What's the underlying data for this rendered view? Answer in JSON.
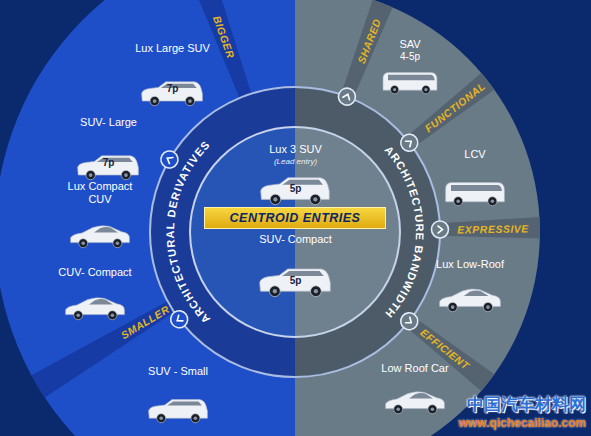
{
  "diagram": {
    "nodes": [
      {
        "text": [
          "Lux Large SUV",
          "7p"
        ]
      },
      {
        "text": [
          "SUV- Large",
          "7p"
        ]
      },
      {
        "text": [
          "Lux Compact CUV"
        ]
      },
      {
        "text": [
          "CUV- Compact"
        ]
      },
      {
        "text": [
          "SUV - Small"
        ]
      },
      {
        "text": [
          "Lux 3 SUV",
          "(Lead entry)",
          "5p"
        ]
      },
      {
        "text": [
          "CENTROID ENTRIES"
        ]
      },
      {
        "text": [
          "SUV- Compact",
          "5p"
        ]
      },
      {
        "text": [
          "SAV",
          "4-5p"
        ]
      },
      {
        "text": [
          "LCV"
        ]
      },
      {
        "text": [
          "Lux Low-Roof"
        ]
      },
      {
        "text": [
          "Low Roof Car"
        ]
      }
    ],
    "labels": [
      "BIGGER",
      "SMALLER",
      "ARCHITECTURAL DERIVATIVES",
      "SHARED",
      "FUNCTIONAL",
      "EXPRESSIVE",
      "EFFICIENT",
      "ARCHITECTURE BANDWIDTH",
      "中国汽车材料网",
      "www.qichecailiao.com"
    ]
  }
}
